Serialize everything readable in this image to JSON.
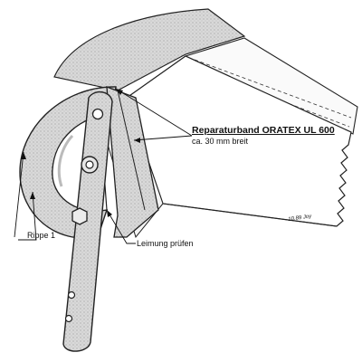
{
  "labels": {
    "band_title": "Reparaturband ORATEX UL 600",
    "band_width": "ca. 30 mm breit",
    "rib": "Rippe 1",
    "glue_check": "Leimung prüfen",
    "signature": "10.89 Joy"
  }
}
